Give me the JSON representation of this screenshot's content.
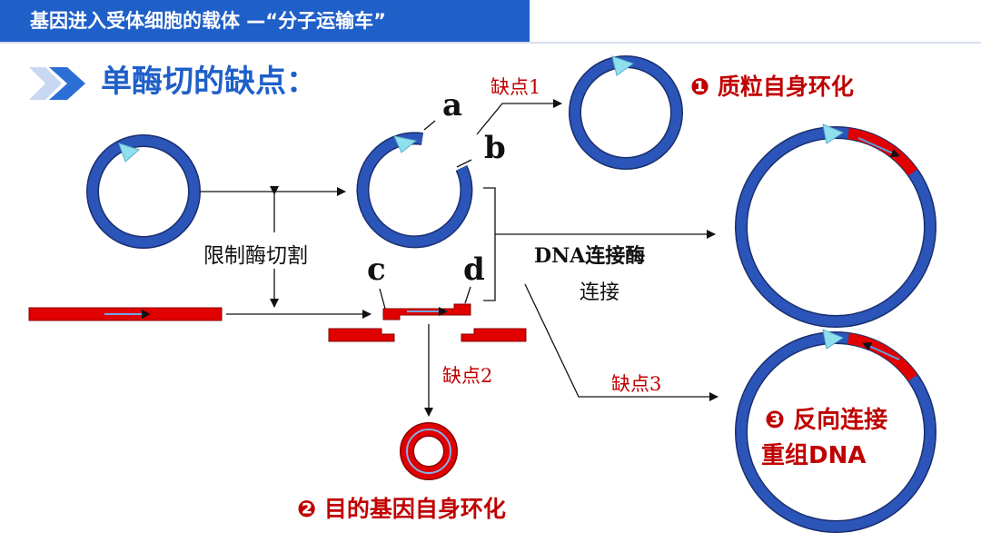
{
  "header": {
    "title": "基因进入受体细胞的载体 —“分子运输车”"
  },
  "heading": {
    "text": "单酶切的缺点："
  },
  "labels": {
    "a": "a",
    "b": "b",
    "c": "c",
    "d": "d",
    "cut": "限制酶切割",
    "ligase_line1": "DNA连接酶",
    "ligase_line2": "连接"
  },
  "flaws": {
    "flaw1": "缺点1",
    "flaw2": "缺点2",
    "flaw3": "缺点3"
  },
  "results": {
    "result1": "❶ 质粒自身环化",
    "result2": "❷ 目的基因自身环化",
    "result3_line1": "❸ 反向连接",
    "result3_line2": "重组DNA"
  },
  "colors": {
    "plasmid": "#2b55b8",
    "gene": "#e00000",
    "title_blue": "#1f5fc8",
    "flaw_red": "#c00000"
  }
}
